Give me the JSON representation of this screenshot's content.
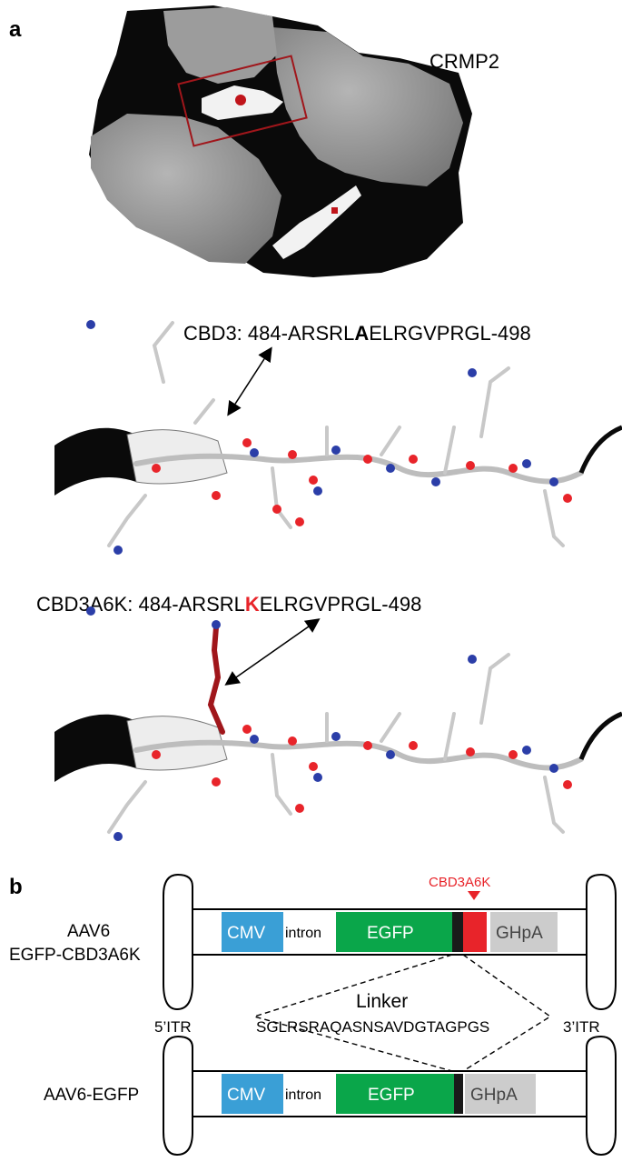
{
  "panel_a": {
    "letter": "a",
    "protein_label": "CRMP2",
    "peptide1": {
      "prefix": "CBD3: 484-ARSRL",
      "mutated_residue": "A",
      "suffix": "ELRGVPRGL-498"
    },
    "peptide2": {
      "prefix": "CBD3A6K: 484-ARSRL",
      "mutated_residue": "K",
      "suffix": "ELRGVPRGL-498"
    }
  },
  "panel_b": {
    "letter": "b",
    "construct1_label_line1": "AAV6",
    "construct1_label_line2": "EGFP-CBD3A6K",
    "construct2_label": "AAV6-EGFP",
    "itr5": "5’ITR",
    "itr3": "3’ITR",
    "cmv": "CMV",
    "intron": "intron",
    "egfp": "EGFP",
    "ghpa": "GHpA",
    "cbd3a6k_marker": "CBD3A6K",
    "linker_title": "Linker",
    "linker_sequence": "SGLRSRAQASNSAVDGTAGPGS"
  },
  "colors": {
    "cmv": "#3a9fd6",
    "egfp": "#0aa64a",
    "ghpa": "#cccccc",
    "cbd3": "#e8242a",
    "highlight_red": "#e8242a",
    "protein_dark": "#0a0a0a",
    "protein_grey": "#8f8f8f"
  }
}
